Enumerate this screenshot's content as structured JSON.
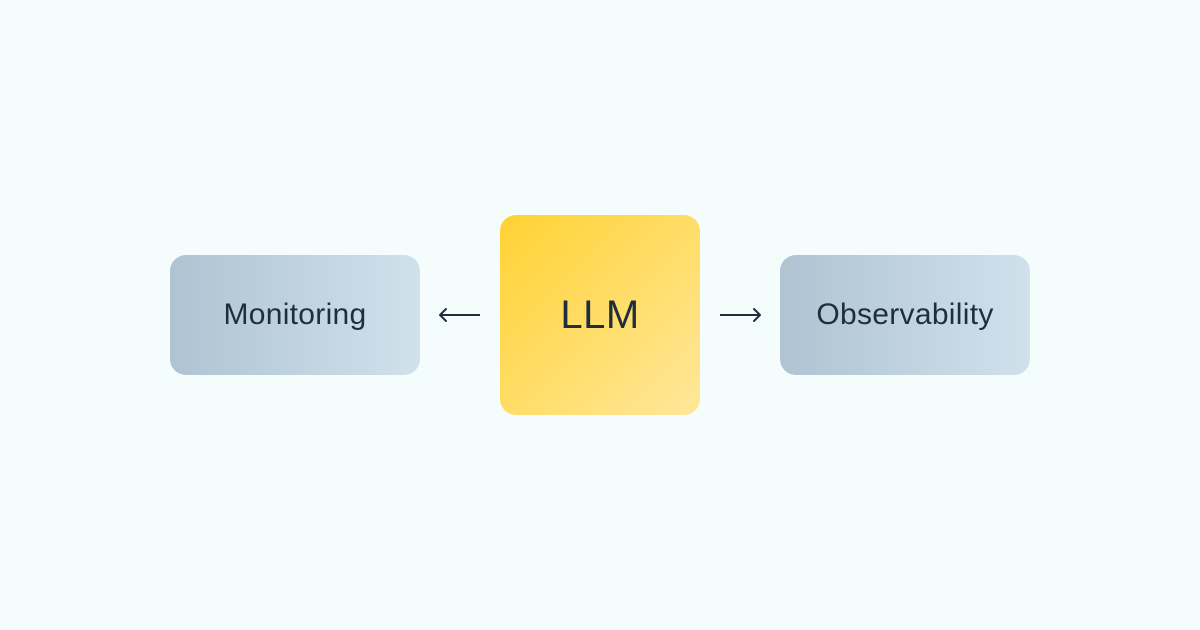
{
  "diagram": {
    "left_node": {
      "label": "Monitoring"
    },
    "center_node": {
      "label": "LLM"
    },
    "right_node": {
      "label": "Observability"
    },
    "edges": [
      {
        "from": "LLM",
        "to": "Monitoring",
        "direction": "left"
      },
      {
        "from": "LLM",
        "to": "Observability",
        "direction": "right"
      }
    ]
  },
  "colors": {
    "background": "#f5fdfc",
    "node_side_start": "#afc3d2",
    "node_side_end": "#d0e1ec",
    "node_center_start": "#ffd233",
    "node_center_end": "#ffe79a",
    "text": "#1f2d3d",
    "arrow": "#1f2d3d"
  }
}
